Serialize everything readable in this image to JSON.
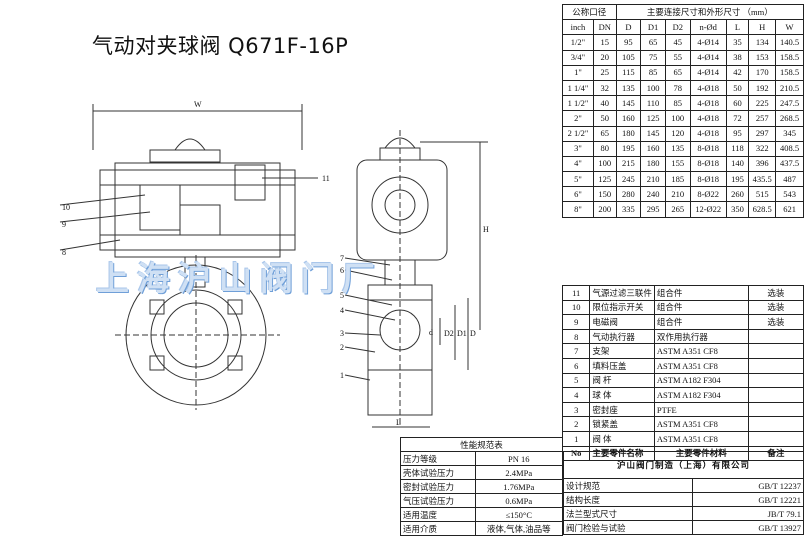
{
  "title": "气动对夹球阀 Q671F-16P",
  "watermark": "上海沪山阀门厂",
  "dimension_table": {
    "header_nominal": "公称口径",
    "header_main": "主要连接尺寸和外形尺寸 （mm）",
    "columns": [
      "inch",
      "DN",
      "D",
      "D1",
      "D2",
      "n-Ød",
      "L",
      "H",
      "W"
    ],
    "rows": [
      [
        "1/2\"",
        "15",
        "95",
        "65",
        "45",
        "4-Ø14",
        "35",
        "134",
        "140.5"
      ],
      [
        "3/4\"",
        "20",
        "105",
        "75",
        "55",
        "4-Ø14",
        "38",
        "153",
        "158.5"
      ],
      [
        "1\"",
        "25",
        "115",
        "85",
        "65",
        "4-Ø14",
        "42",
        "170",
        "158.5"
      ],
      [
        "1 1/4\"",
        "32",
        "135",
        "100",
        "78",
        "4-Ø18",
        "50",
        "192",
        "210.5"
      ],
      [
        "1 1/2\"",
        "40",
        "145",
        "110",
        "85",
        "4-Ø18",
        "60",
        "225",
        "247.5"
      ],
      [
        "2\"",
        "50",
        "160",
        "125",
        "100",
        "4-Ø18",
        "72",
        "257",
        "268.5"
      ],
      [
        "2 1/2\"",
        "65",
        "180",
        "145",
        "120",
        "4-Ø18",
        "95",
        "297",
        "345"
      ],
      [
        "3\"",
        "80",
        "195",
        "160",
        "135",
        "8-Ø18",
        "118",
        "322",
        "408.5"
      ],
      [
        "4\"",
        "100",
        "215",
        "180",
        "155",
        "8-Ø18",
        "140",
        "396",
        "437.5"
      ],
      [
        "5\"",
        "125",
        "245",
        "210",
        "185",
        "8-Ø18",
        "195",
        "435.5",
        "487"
      ],
      [
        "6\"",
        "150",
        "280",
        "240",
        "210",
        "8-Ø22",
        "260",
        "515",
        "543"
      ],
      [
        "8\"",
        "200",
        "335",
        "295",
        "265",
        "12-Ø22",
        "350",
        "628.5",
        "621"
      ]
    ]
  },
  "parts_table": {
    "rows": [
      [
        "11",
        "气源过滤三联件",
        "组合件",
        "选装"
      ],
      [
        "10",
        "限位指示开关",
        "组合件",
        "选装"
      ],
      [
        "9",
        "电磁阀",
        "组合件",
        "选装"
      ],
      [
        "8",
        "气动执行器",
        "双作用执行器",
        ""
      ],
      [
        "7",
        "支架",
        "ASTM A351 CF8",
        ""
      ],
      [
        "6",
        "填料压盖",
        "ASTM A351 CF8",
        ""
      ],
      [
        "5",
        "阀  杆",
        "ASTM A182 F304",
        ""
      ],
      [
        "4",
        "球  体",
        "ASTM A182 F304",
        ""
      ],
      [
        "3",
        "密封座",
        "PTFE",
        ""
      ],
      [
        "2",
        "锁紧盖",
        "ASTM A351 CF8",
        ""
      ],
      [
        "1",
        "阀  体",
        "ASTM A351 CF8",
        ""
      ]
    ],
    "header": [
      "No",
      "主要零件名称",
      "主要零件材料",
      "备注"
    ]
  },
  "performance_table": {
    "title": "性能规范表",
    "rows": [
      [
        "压力等级",
        "PN 16"
      ],
      [
        "壳体试验压力",
        "2.4MPa"
      ],
      [
        "密封试验压力",
        "1.76MPa"
      ],
      [
        "气压试验压力",
        "0.6MPa"
      ],
      [
        "适用温度",
        "≤150°C"
      ],
      [
        "适用介质",
        "液体,气体,油品等"
      ]
    ]
  },
  "company": "沪山阀门制造（上海）有限公司",
  "standards_table": {
    "rows": [
      [
        "设计规范",
        "GB/T 12237"
      ],
      [
        "结构长度",
        "GB/T 12221"
      ],
      [
        "法兰型式尺寸",
        "JB/T 79.1"
      ],
      [
        "阀门检验与试验",
        "GB/T 13927"
      ]
    ]
  },
  "drawing_labels": {
    "W": "W",
    "H": "H",
    "L": "L",
    "d": "d",
    "D": "D",
    "D1": "D1",
    "D2": "D2",
    "left_callouts": [
      "10",
      "9",
      "8"
    ],
    "right_callout": "11",
    "section_callouts": [
      "7",
      "6",
      "5",
      "4",
      "3",
      "2",
      "1"
    ]
  }
}
